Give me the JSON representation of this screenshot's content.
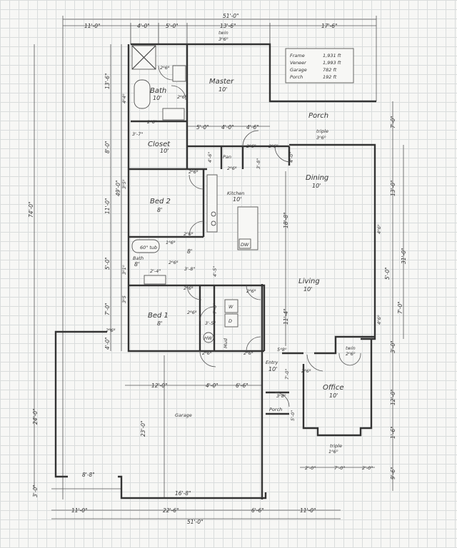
{
  "area_table": {
    "rows": [
      {
        "label": "Frame",
        "value": "1,931 ft"
      },
      {
        "label": "Veneer",
        "value": "1,993 ft"
      },
      {
        "label": "Garage",
        "value": "782 ft"
      },
      {
        "label": "Porch",
        "value": "192 ft"
      }
    ]
  },
  "rooms": {
    "master": {
      "name": "Master",
      "ceiling": "10'"
    },
    "master_bath": {
      "name": "Bath",
      "ceiling": "10'"
    },
    "closet": {
      "name": "Closet",
      "ceiling": "10'"
    },
    "pan": {
      "name": "Pan"
    },
    "porch": {
      "name": "Porch"
    },
    "kitchen": {
      "name": "Kitchen",
      "ceiling": "10'"
    },
    "dining": {
      "name": "Dining",
      "ceiling": "10'"
    },
    "bed2": {
      "name": "Bed 2",
      "ceiling": "8'"
    },
    "bath2": {
      "name": "Bath",
      "ceiling": "8'"
    },
    "hall_ceiling": "8'",
    "bed1": {
      "name": "Bed 1",
      "ceiling": "8'"
    },
    "living": {
      "name": "Living",
      "ceiling": "10'"
    },
    "entry": {
      "name": "Entry",
      "ceiling": "10'"
    },
    "office": {
      "name": "Office",
      "ceiling": "10'"
    },
    "porch_front": {
      "name": "Porch"
    },
    "garage": {
      "name": "Garage"
    },
    "mud": {
      "name": "Mud"
    }
  },
  "fixtures": {
    "dishwasher": "DW",
    "washer": "W",
    "dryer": "D",
    "water_heater": "HW",
    "tub": "60\" tub"
  },
  "windows": {
    "master_top": [
      "twin",
      "3⁰6⁰"
    ],
    "dining_top": [
      "triple",
      "3⁰6⁰"
    ],
    "dining_side": "4⁰6⁰",
    "living_side": "4⁰6⁰",
    "office_twin": [
      "twin",
      "2⁰6⁰"
    ],
    "office_triple": [
      "triple",
      "1⁶6⁰"
    ],
    "bath_side": "4⁰4⁰",
    "bath2_side": "3⁰1⁰",
    "bed1_side": "3⁰5",
    "bed2_side": "3⁰5⁰"
  },
  "doors": [
    "2⁶6⁸",
    "2⁶6⁸",
    "2⁴6⁸",
    "2⁶6⁸",
    "2⁸6⁸",
    "2⁸6⁸",
    "2⁸6⁸",
    "2⁰6⁸",
    "1⁶6⁸",
    "2⁶6⁸",
    "2⁸6⁸",
    "2⁸6⁸",
    "2⁸6⁸",
    "2⁸6⁸",
    "2⁸6⁸",
    "2⁸6⁸",
    "3⁰8⁰",
    "2⁸6⁸",
    "5⁴8⁰"
  ],
  "dimensions": {
    "top_overall": "51'-0\"",
    "top_segments": [
      "11'-0\"",
      "4'-0\"",
      "5'-0\"",
      "13'-6\"",
      "17'-6\""
    ],
    "bottom_overall": "51'-0\"",
    "bottom_segments": [
      "11'-0\"",
      "22'-6\"",
      "6'-6\"",
      "11'-0\""
    ],
    "left_overall": "74'-0\"",
    "left_house": "49'-0\"",
    "left_segments": [
      "13'-6\"",
      "8'-0\"",
      "11'-0\"",
      "5'-0\"",
      "7'-0\"",
      "4'-0\""
    ],
    "left_garage": [
      "24'-0\"",
      "3'-0\""
    ],
    "right_segments": [
      "7'-0\"",
      "13'-0\"",
      "31'-0\"",
      "5'-0\"",
      "7'-0\"",
      "3'-0\"",
      "12'-0\"",
      "1'-6\"",
      "9'-6\""
    ],
    "master_inner": [
      "5'-0\"",
      "4'-0\"",
      "4'-6\""
    ],
    "closet_width": "3'-7\"",
    "pan_depth": "4'-6\"",
    "porch_stair": "3'-8\"",
    "dining_wall": "4'-0\"",
    "kitchen_depth": "18'-8\"",
    "living_depth": "11'-4\"",
    "bath2_width": "2'-4\"",
    "hall_width": "3'-8\"",
    "hall_depth": "4'-5\"",
    "laundry": [
      "7'-0\"",
      "3'-5\""
    ],
    "garage_inner": [
      "12'-0\"",
      "4'-0\"",
      "6'-6\""
    ],
    "garage_depth": "23'-0\"",
    "garage_left_return": "8'-8\"",
    "garage_door": "16'-8\"",
    "entry_depth": "7'-0\"",
    "porch_depth": "5'-0\"",
    "office_bottom": [
      "2'-0\"",
      "7'-0\"",
      "2'-0\""
    ]
  }
}
